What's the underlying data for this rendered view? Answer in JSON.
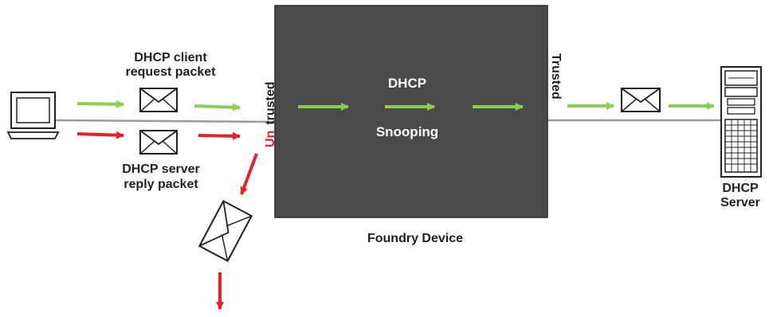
{
  "diagram": {
    "device": {
      "line1": "DHCP",
      "line2": "Snooping",
      "caption": "Foundry Device"
    },
    "ports": {
      "untrusted_red": "Un",
      "untrusted_black": "trusted",
      "trusted": "Trusted"
    },
    "client_request": {
      "line1": "DHCP client",
      "line2": "request packet"
    },
    "server_reply": {
      "line1": "DHCP server",
      "line2": "reply packet"
    },
    "server": {
      "line1": "DHCP",
      "line2": "Server"
    },
    "colors": {
      "device_fill": "#4a4a4a",
      "allowed_arrow": "#8ccf4f",
      "dropped_arrow": "#e2232a",
      "line": "#9a9a9a",
      "text": "#231f20"
    }
  }
}
